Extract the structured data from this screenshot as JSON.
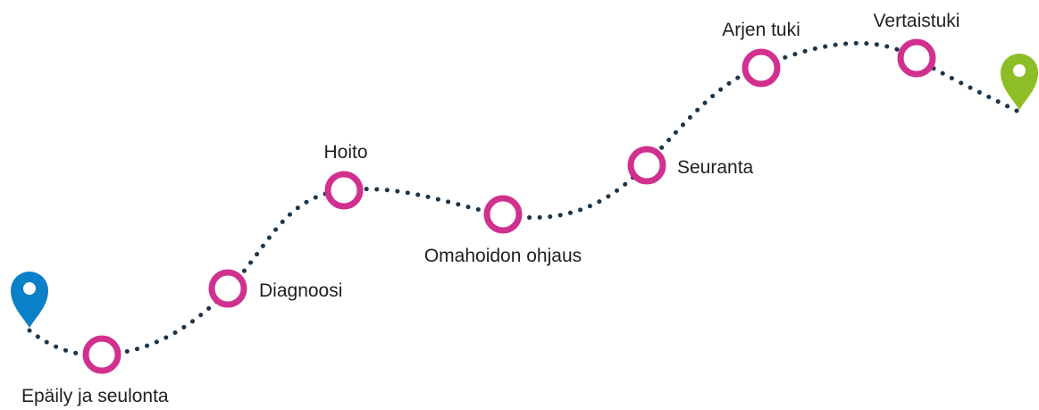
{
  "colors": {
    "path": "#1d3547",
    "step_ring": "#d1308f",
    "start_pin": "#0a80c9",
    "end_pin": "#8dbe25",
    "label": "#1f1f1f"
  },
  "start_marker": {
    "icon": "location-pin-icon",
    "color": "#0a80c9"
  },
  "end_marker": {
    "icon": "location-pin-icon",
    "color": "#8dbe25"
  },
  "steps": [
    {
      "label": "Epäily ja seulonta"
    },
    {
      "label": "Diagnoosi"
    },
    {
      "label": "Hoito"
    },
    {
      "label": "Omahoidon ohjaus"
    },
    {
      "label": "Seuranta"
    },
    {
      "label": "Arjen tuki"
    },
    {
      "label": "Vertaistuki"
    }
  ]
}
